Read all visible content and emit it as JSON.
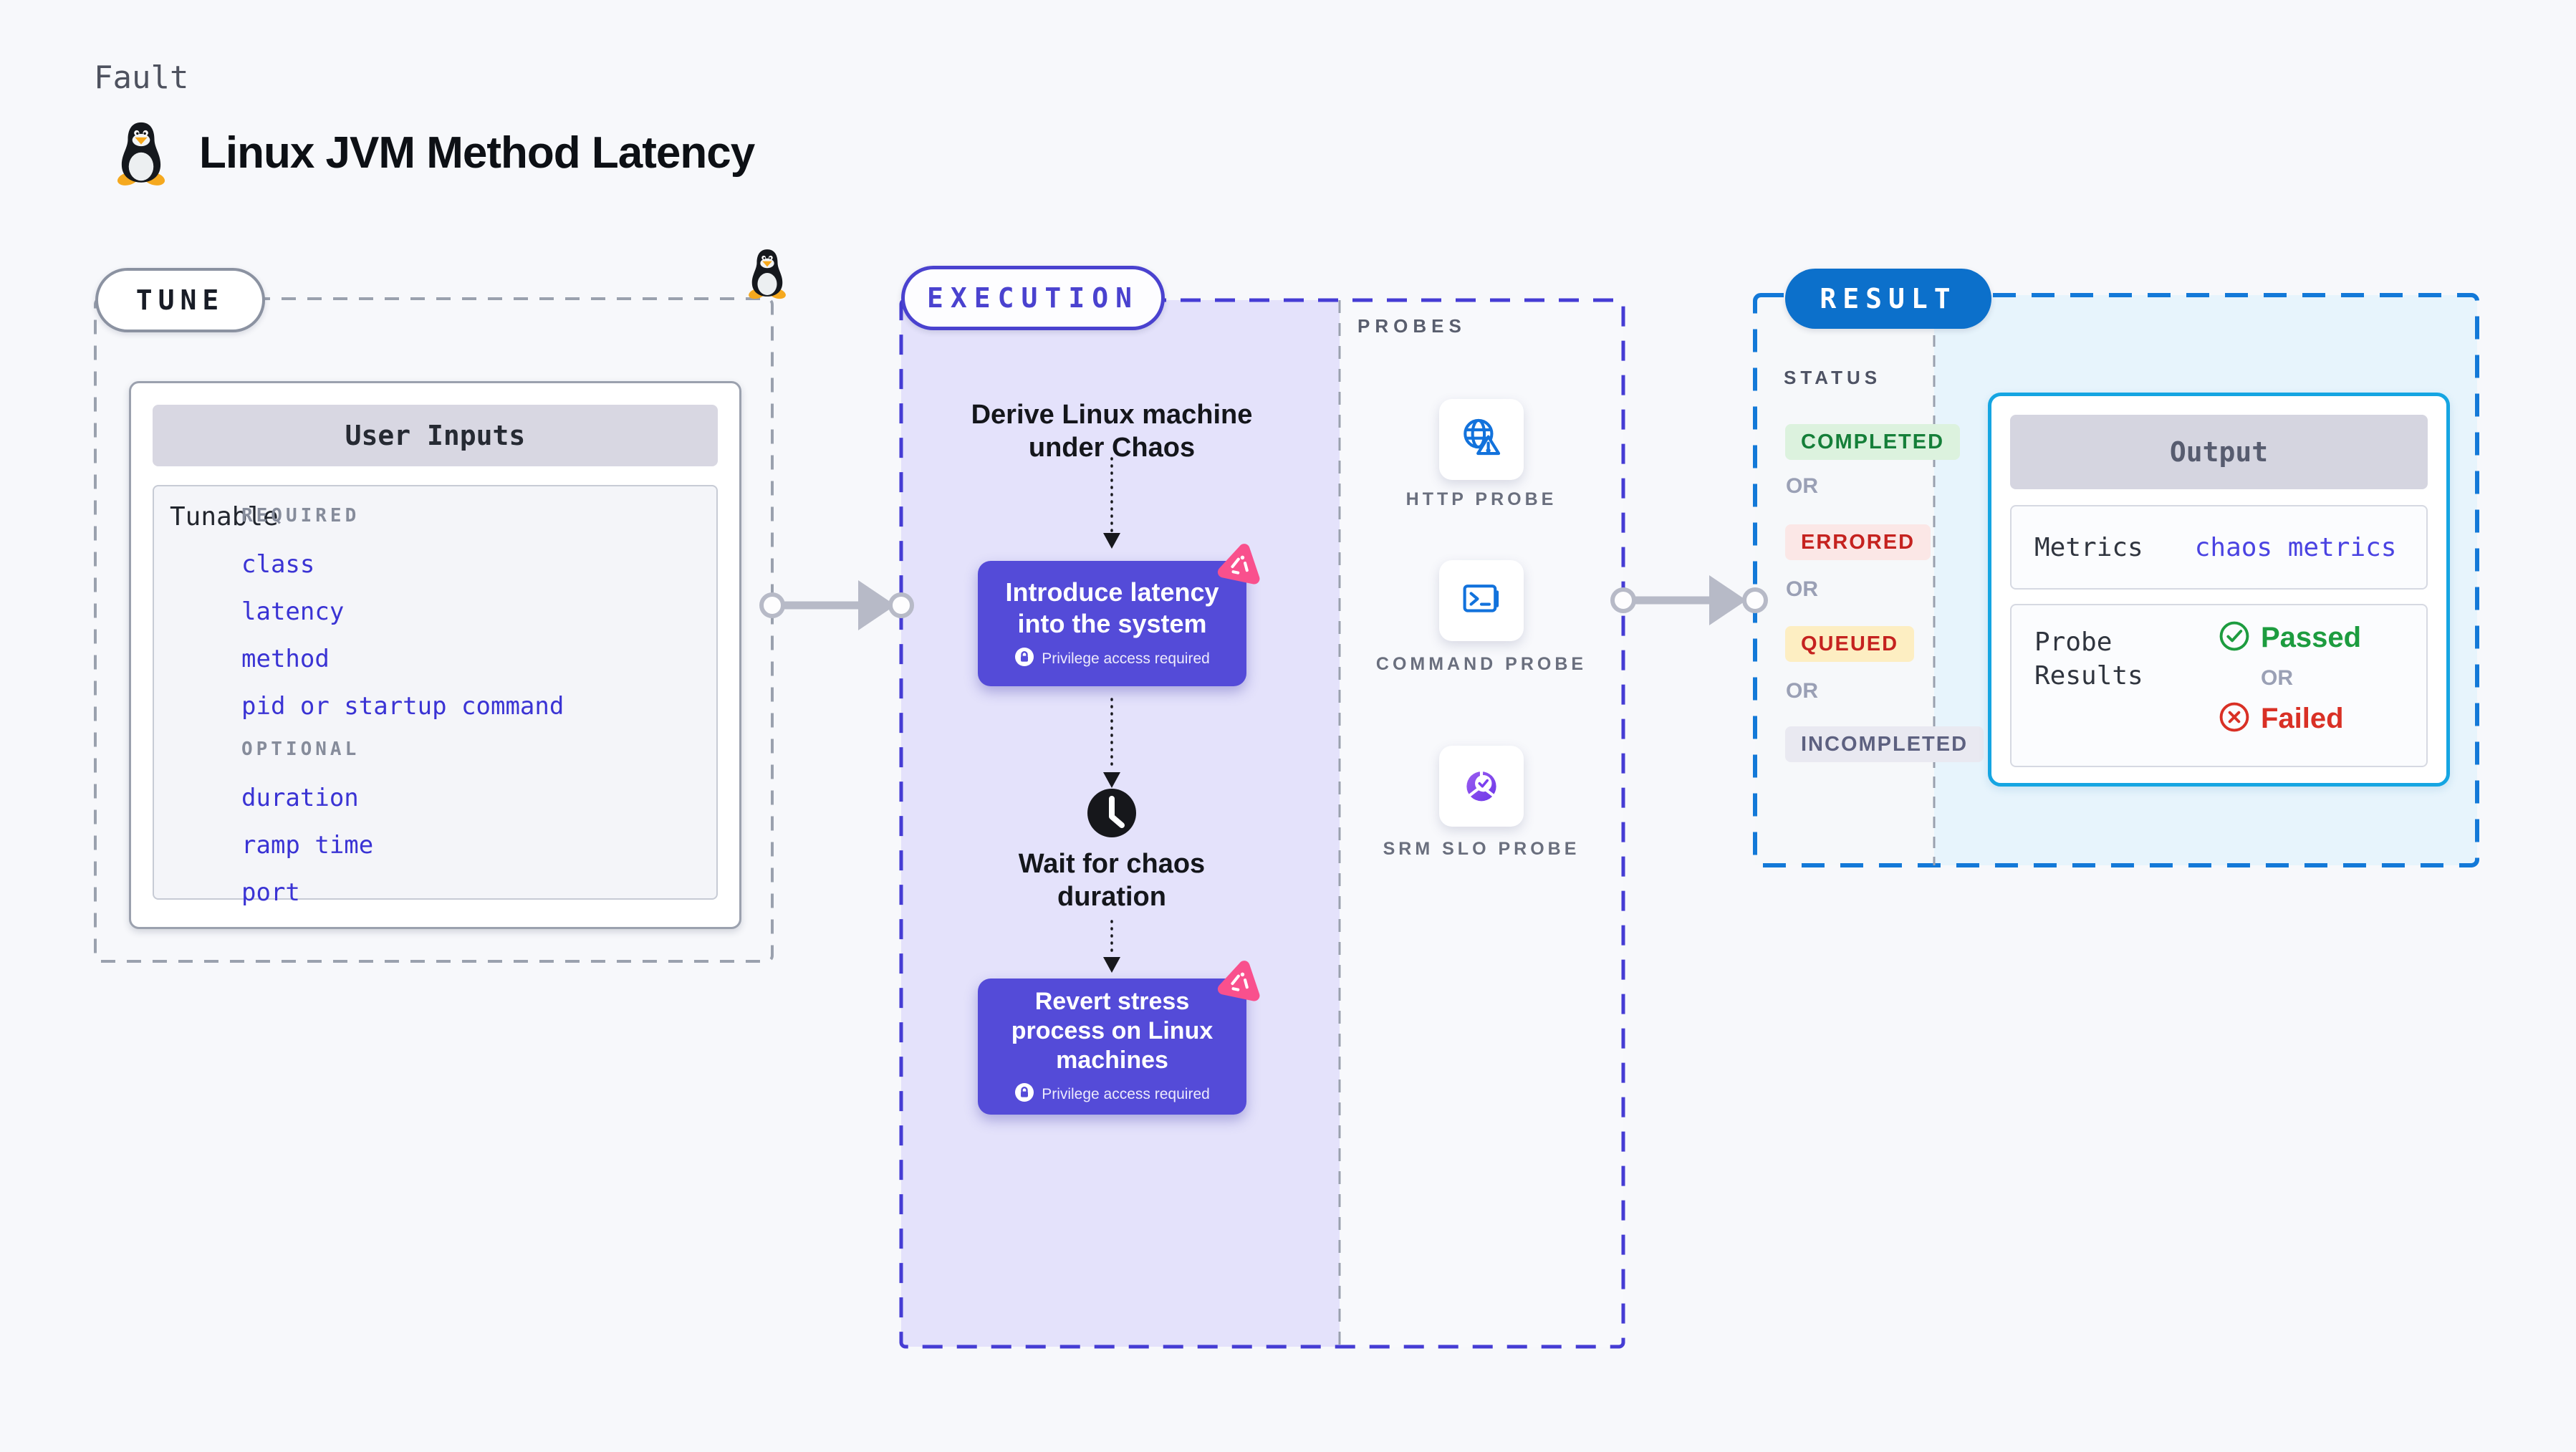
{
  "header": {
    "kicker": "Fault",
    "title": "Linux JVM Method Latency"
  },
  "tune": {
    "badge": "TUNE",
    "user_inputs": {
      "title": "User Inputs",
      "row_label": "Tunable",
      "groups": [
        {
          "label": "REQUIRED",
          "items": [
            "class",
            "latency",
            "method",
            "pid or startup command"
          ]
        },
        {
          "label": "OPTIONAL",
          "items": [
            "duration",
            "ramp time",
            "port"
          ]
        }
      ]
    }
  },
  "execution": {
    "badge": "EXECUTION",
    "steps": {
      "derive": "Derive Linux machine under Chaos",
      "inject": "Introduce latency into the system",
      "wait": "Wait for chaos duration",
      "revert": "Revert stress process on Linux machines"
    },
    "privilege_note": "Privilege access required"
  },
  "probes": {
    "label": "PROBES",
    "items": [
      {
        "label": "HTTP PROBE",
        "icon": "globe-alert-icon"
      },
      {
        "label": "COMMAND PROBE",
        "icon": "terminal-icon"
      },
      {
        "label": "SRM SLO PROBE",
        "icon": "slo-gauge-icon"
      }
    ]
  },
  "result": {
    "badge": "RESULT",
    "status_label": "STATUS",
    "or_label": "OR",
    "statuses": [
      {
        "label": "COMPLETED",
        "tone": "success"
      },
      {
        "label": "ERRORED",
        "tone": "error"
      },
      {
        "label": "QUEUED",
        "tone": "warning"
      },
      {
        "label": "INCOMPLETED",
        "tone": "muted"
      }
    ],
    "output": {
      "title": "Output",
      "metrics_label": "Metrics",
      "metrics_value": "chaos metrics",
      "probe_results_label": "Probe Results",
      "passed_label": "Passed",
      "failed_label": "Failed"
    }
  },
  "colors": {
    "page_bg": "#f7f8fb",
    "tune_dash": "#9aa1ae",
    "execution_dash": "#453cd4",
    "execution_fill": "#e4e2fb",
    "result_dash": "#1379d8",
    "result_fill": "#e7f4fc",
    "chaos_box": "#544bd8",
    "chaos_icon_pink": "#f9508d",
    "probe_icon_blue": "#1272dc",
    "result_pill_blue": "#0c70cb",
    "param_link_blue": "#3a33d4",
    "success_green": "#157f39",
    "error_red": "#c5221f",
    "failed_red": "#d93025",
    "passed_green": "#1d9c3f"
  }
}
